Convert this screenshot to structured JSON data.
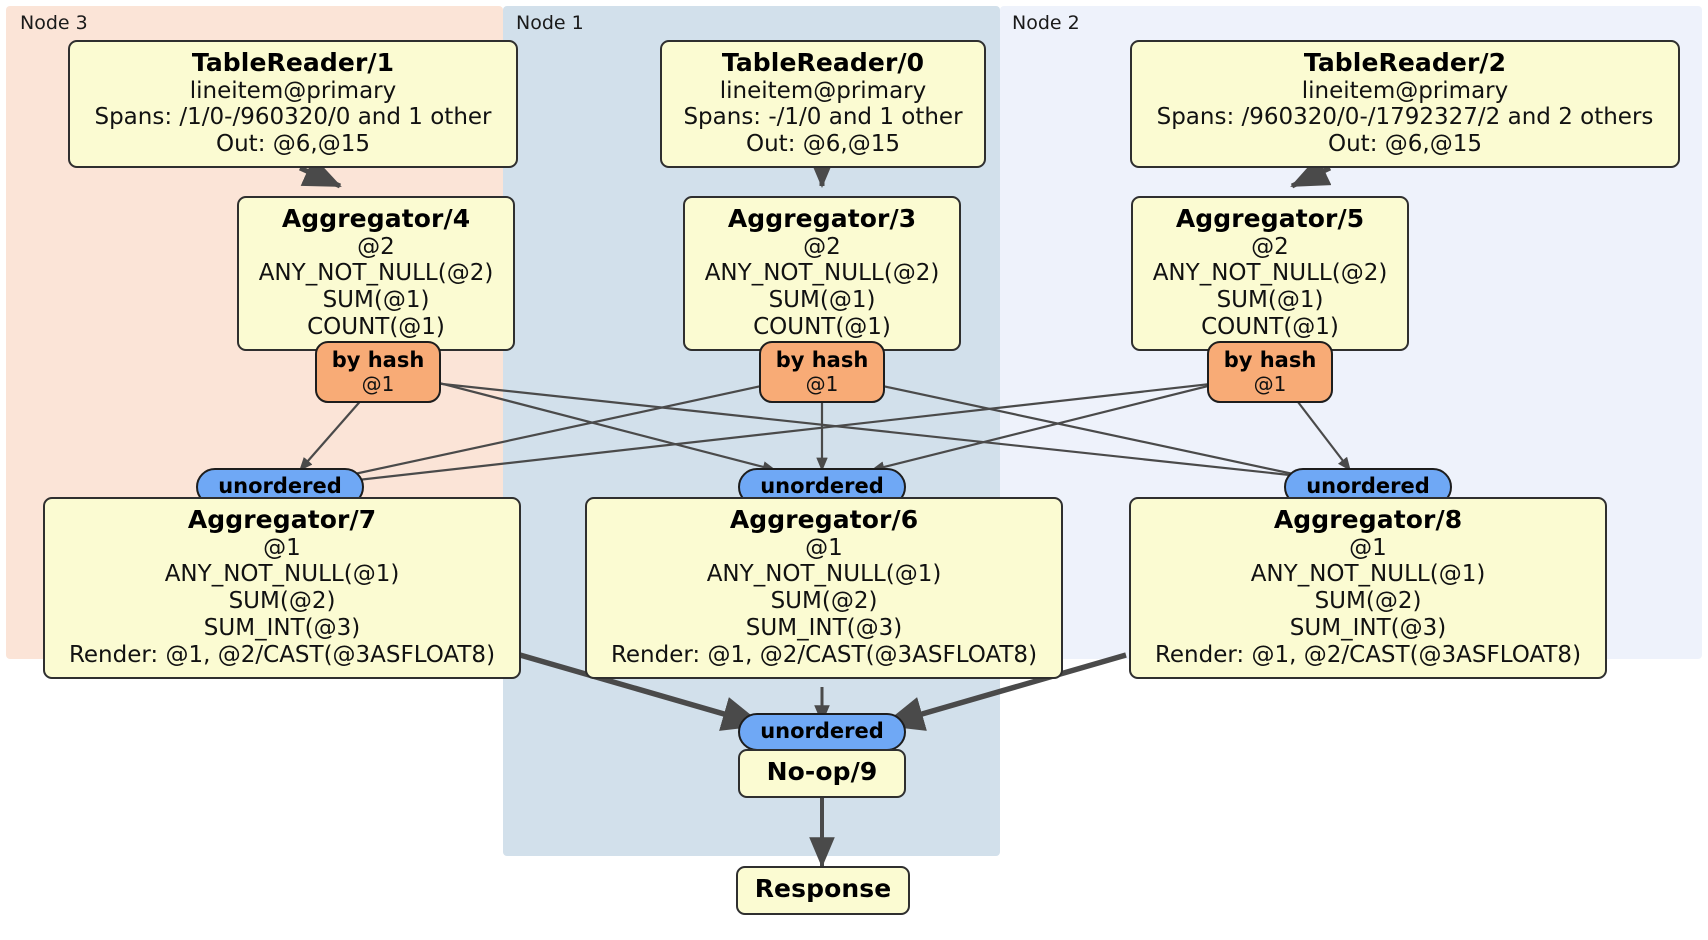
{
  "diagram": {
    "type": "distributed-query-plan",
    "title": "",
    "colors": {
      "node3_panel": "#fbe4d7",
      "node1_panel": "#d2e0eb",
      "node2_panel": "#eef2fb",
      "box_fill": "#fbfbd2",
      "box_stroke": "#2f2f2f",
      "by_hash_fill": "#f8ab76",
      "unordered_fill": "#6fa8f5",
      "edge": "#4a4a4a"
    }
  },
  "panels": [
    {
      "id": "node3",
      "label": "Node 3",
      "color": "#fbe4d7"
    },
    {
      "id": "node1",
      "label": "Node 1",
      "color": "#d2e0eb"
    },
    {
      "id": "node2",
      "label": "Node 2",
      "color": "#eef2fb"
    }
  ],
  "processors": {
    "table_reader_1": {
      "title": "TableReader/1",
      "lines": [
        "lineitem@primary",
        "Spans: /1/0-/960320/0 and 1 other",
        "Out: @6,@15"
      ]
    },
    "table_reader_0": {
      "title": "TableReader/0",
      "lines": [
        "lineitem@primary",
        "Spans: -/1/0 and 1 other",
        "Out: @6,@15"
      ]
    },
    "table_reader_2": {
      "title": "TableReader/2",
      "lines": [
        "lineitem@primary",
        "Spans: /960320/0-/1792327/2 and 2 others",
        "Out: @6,@15"
      ]
    },
    "aggregator_4": {
      "title": "Aggregator/4",
      "lines": [
        "@2",
        "ANY_NOT_NULL(@2)",
        "SUM(@1)",
        "COUNT(@1)"
      ]
    },
    "aggregator_3": {
      "title": "Aggregator/3",
      "lines": [
        "@2",
        "ANY_NOT_NULL(@2)",
        "SUM(@1)",
        "COUNT(@1)"
      ]
    },
    "aggregator_5": {
      "title": "Aggregator/5",
      "lines": [
        "@2",
        "ANY_NOT_NULL(@2)",
        "SUM(@1)",
        "COUNT(@1)"
      ]
    },
    "aggregator_7": {
      "title": "Aggregator/7",
      "lines": [
        "@1",
        "ANY_NOT_NULL(@1)",
        "SUM(@2)",
        "SUM_INT(@3)",
        "Render: @1, @2/CAST(@3ASFLOAT8)"
      ]
    },
    "aggregator_6": {
      "title": "Aggregator/6",
      "lines": [
        "@1",
        "ANY_NOT_NULL(@1)",
        "SUM(@2)",
        "SUM_INT(@3)",
        "Render: @1, @2/CAST(@3ASFLOAT8)"
      ]
    },
    "aggregator_8": {
      "title": "Aggregator/8",
      "lines": [
        "@1",
        "ANY_NOT_NULL(@1)",
        "SUM(@2)",
        "SUM_INT(@3)",
        "Render: @1, @2/CAST(@3ASFLOAT8)"
      ]
    },
    "noop_9": {
      "title": "No-op/9",
      "lines": []
    },
    "response": {
      "title": "Response",
      "lines": []
    }
  },
  "routers": {
    "by_hash_left": {
      "label": "by hash",
      "sub": "@1"
    },
    "by_hash_center": {
      "label": "by hash",
      "sub": "@1"
    },
    "by_hash_right": {
      "label": "by hash",
      "sub": "@1"
    },
    "unordered_left": {
      "label": "unordered",
      "sub": ""
    },
    "unordered_center": {
      "label": "unordered",
      "sub": ""
    },
    "unordered_right": {
      "label": "unordered",
      "sub": ""
    },
    "unordered_final": {
      "label": "unordered",
      "sub": ""
    }
  }
}
